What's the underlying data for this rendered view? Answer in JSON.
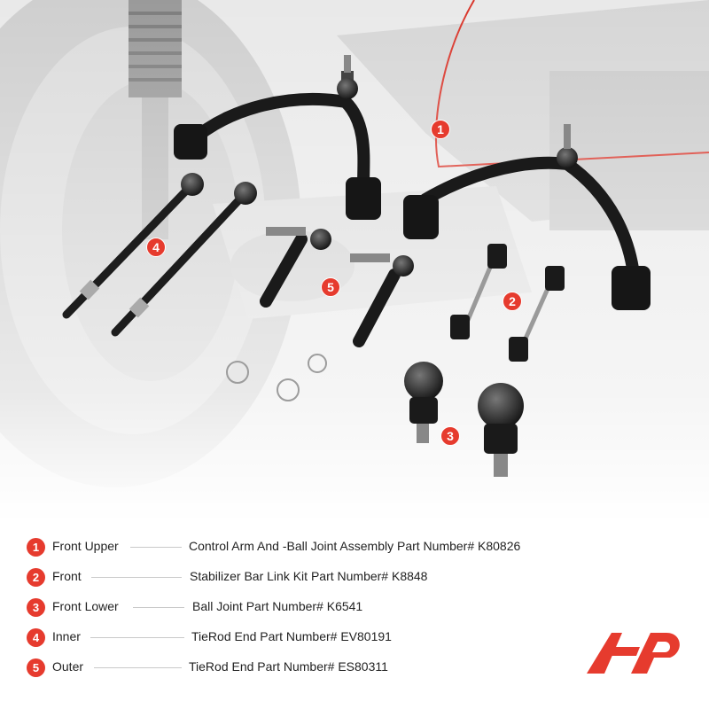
{
  "callouts": [
    "1",
    "2",
    "3",
    "4",
    "5"
  ],
  "legend": [
    {
      "num": "1",
      "position": "Front Upper",
      "description": "Control Arm And -Ball Joint Assembly Part Number# K80826"
    },
    {
      "num": "2",
      "position": "Front",
      "description": "Stabilizer Bar Link Kit  Part Number# K8848"
    },
    {
      "num": "3",
      "position": "Front Lower",
      "description": "Ball Joint Part Number# K6541"
    },
    {
      "num": "4",
      "position": "Inner",
      "description": "TieRod End Part Number# EV80191"
    },
    {
      "num": "5",
      "position": "Outer",
      "description": "TieRod End Part Number# ES80311"
    }
  ],
  "colors": {
    "accent": "#e63b2e",
    "text": "#222222",
    "line": "#c9c9c9"
  },
  "logo": {
    "name": "a-premium-logo"
  }
}
